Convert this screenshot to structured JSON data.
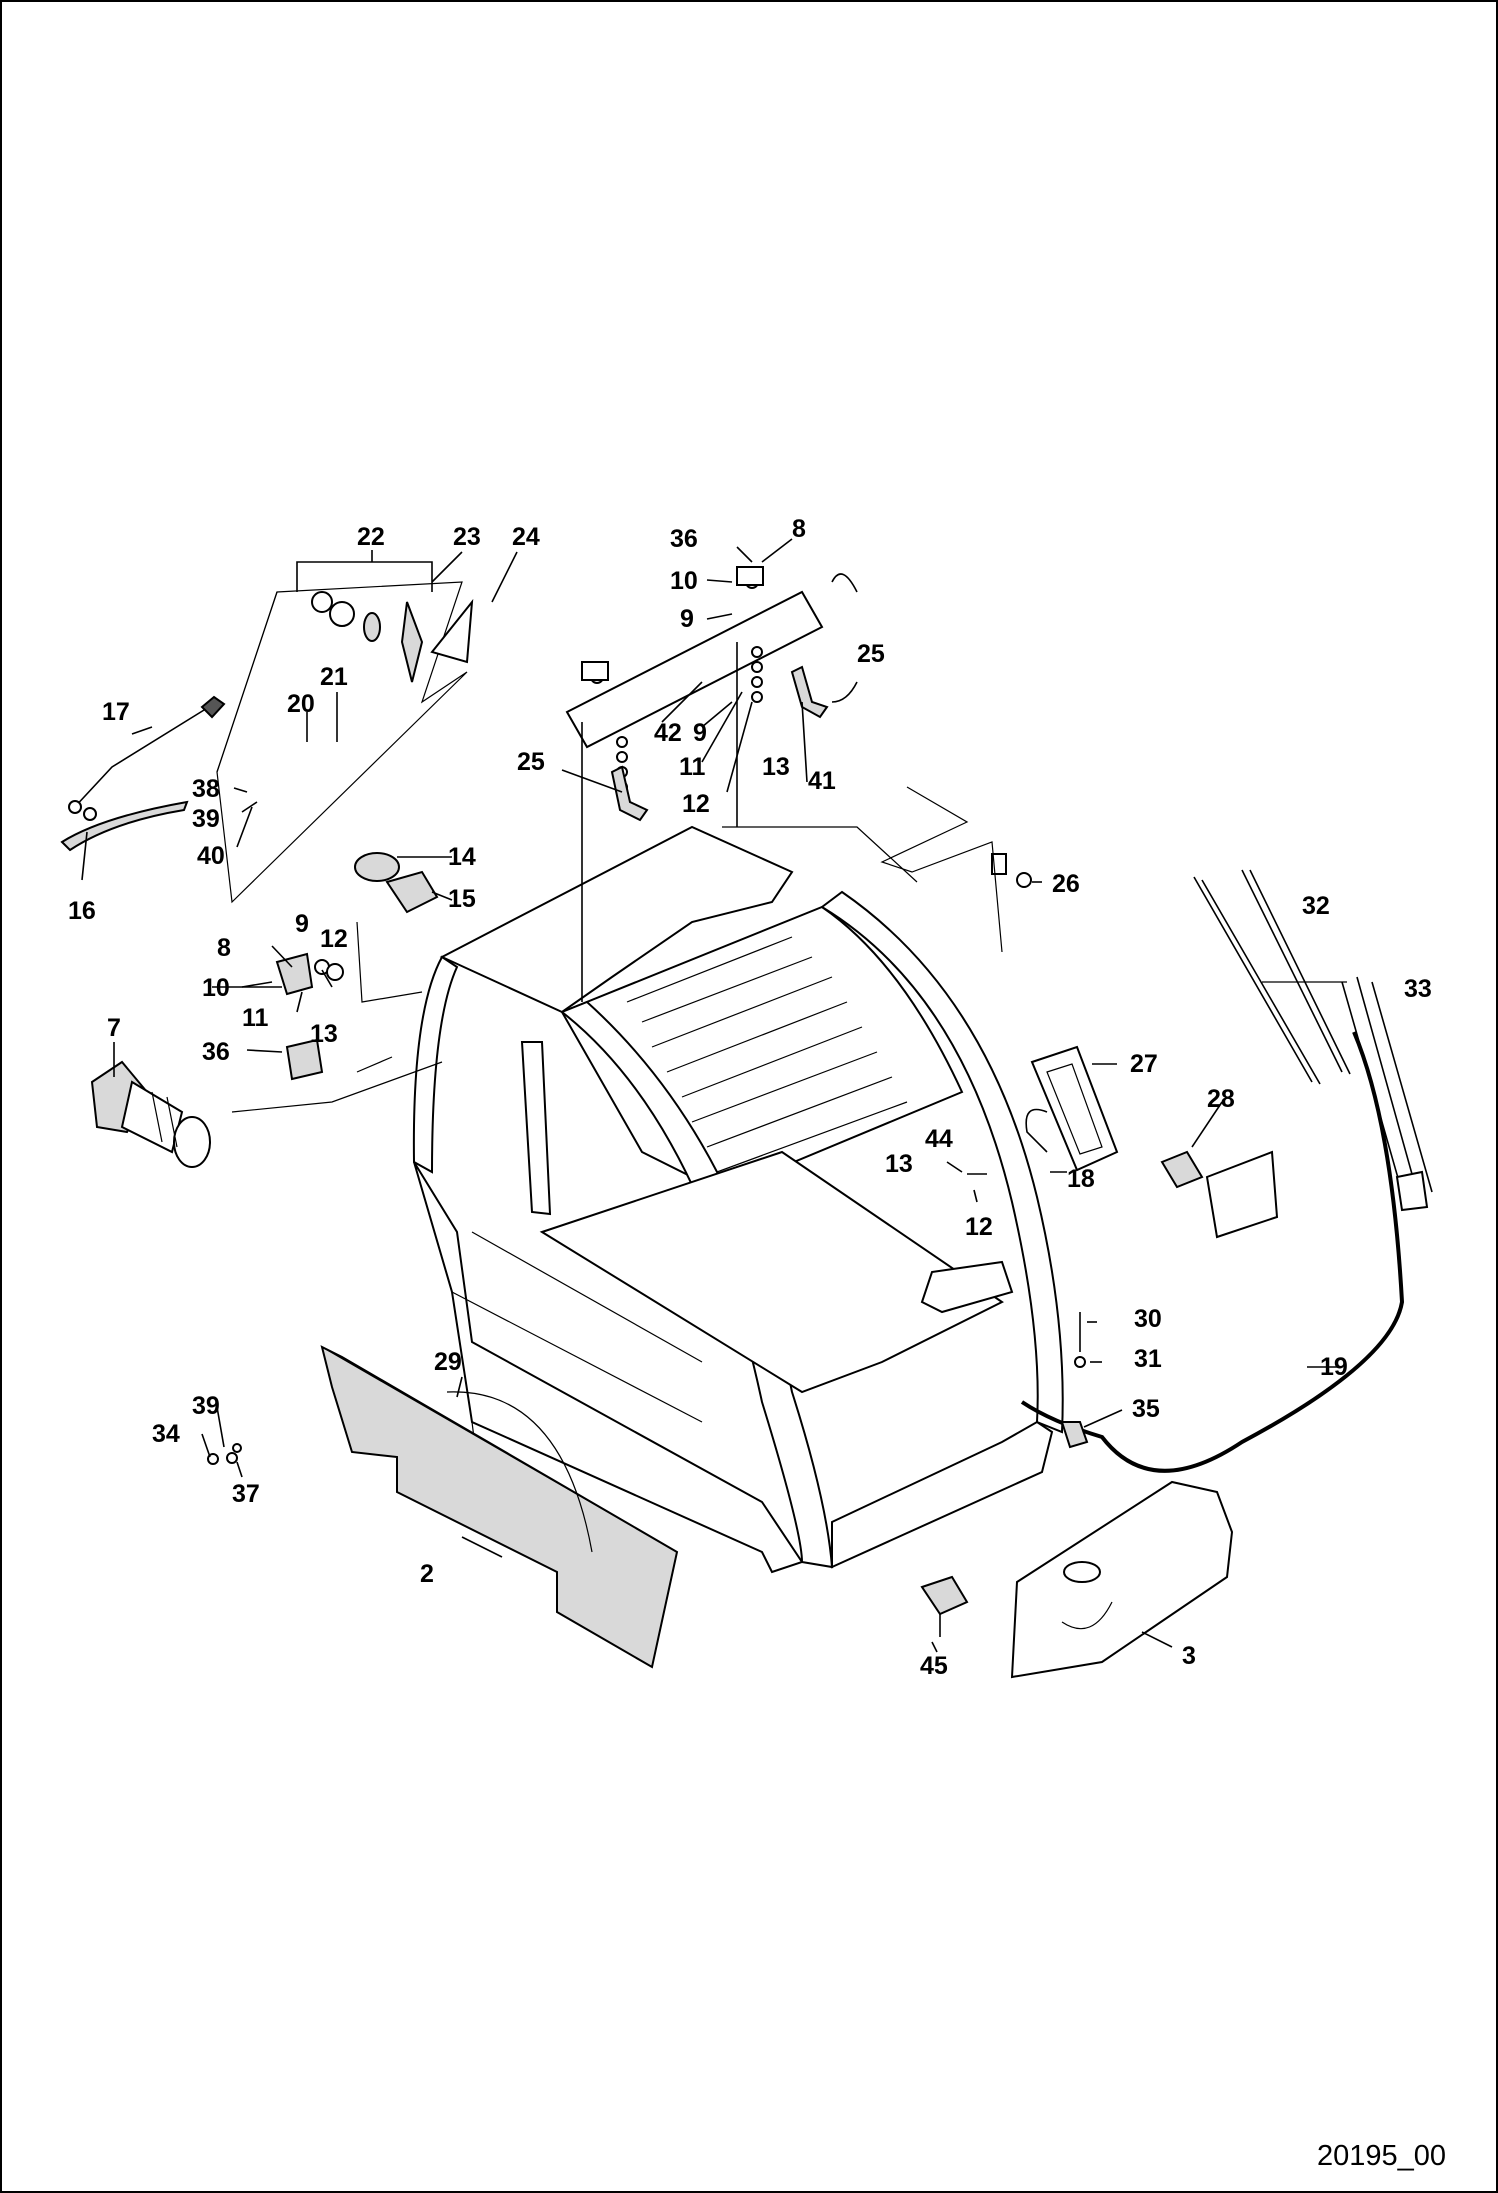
{
  "document_id": "20195_00",
  "callouts": [
    {
      "id": "c22",
      "text": "22"
    },
    {
      "id": "c23",
      "text": "23"
    },
    {
      "id": "c24",
      "text": "24"
    },
    {
      "id": "c36a",
      "text": "36"
    },
    {
      "id": "c8a",
      "text": "8"
    },
    {
      "id": "c10a",
      "text": "10"
    },
    {
      "id": "c9a",
      "text": "9"
    },
    {
      "id": "c25a",
      "text": "25"
    },
    {
      "id": "c42",
      "text": "42"
    },
    {
      "id": "c9b",
      "text": "9"
    },
    {
      "id": "c11a",
      "text": "11"
    },
    {
      "id": "c13a",
      "text": "13"
    },
    {
      "id": "c41",
      "text": "41"
    },
    {
      "id": "c12a",
      "text": "12"
    },
    {
      "id": "c25b",
      "text": "25"
    },
    {
      "id": "c17",
      "text": "17"
    },
    {
      "id": "c20",
      "text": "20"
    },
    {
      "id": "c21",
      "text": "21"
    },
    {
      "id": "c38",
      "text": "38"
    },
    {
      "id": "c39a",
      "text": "39"
    },
    {
      "id": "c40",
      "text": "40"
    },
    {
      "id": "c16",
      "text": "16"
    },
    {
      "id": "c14",
      "text": "14"
    },
    {
      "id": "c15",
      "text": "15"
    },
    {
      "id": "c26",
      "text": "26"
    },
    {
      "id": "c32",
      "text": "32"
    },
    {
      "id": "c33",
      "text": "33"
    },
    {
      "id": "c8b",
      "text": "8"
    },
    {
      "id": "c9c",
      "text": "9"
    },
    {
      "id": "c12b",
      "text": "12"
    },
    {
      "id": "c10b",
      "text": "10"
    },
    {
      "id": "c11b",
      "text": "11"
    },
    {
      "id": "c13b",
      "text": "13"
    },
    {
      "id": "c7",
      "text": "7"
    },
    {
      "id": "c36b",
      "text": "36"
    },
    {
      "id": "c27",
      "text": "27"
    },
    {
      "id": "c28",
      "text": "28"
    },
    {
      "id": "c44",
      "text": "44"
    },
    {
      "id": "c13c",
      "text": "13"
    },
    {
      "id": "c18",
      "text": "18"
    },
    {
      "id": "c12c",
      "text": "12"
    },
    {
      "id": "c30",
      "text": "30"
    },
    {
      "id": "c31",
      "text": "31"
    },
    {
      "id": "c19",
      "text": "19"
    },
    {
      "id": "c35",
      "text": "35"
    },
    {
      "id": "c29",
      "text": "29"
    },
    {
      "id": "c39b",
      "text": "39"
    },
    {
      "id": "c34",
      "text": "34"
    },
    {
      "id": "c37",
      "text": "37"
    },
    {
      "id": "c2",
      "text": "2"
    },
    {
      "id": "c45",
      "text": "45"
    },
    {
      "id": "c3",
      "text": "3"
    }
  ]
}
